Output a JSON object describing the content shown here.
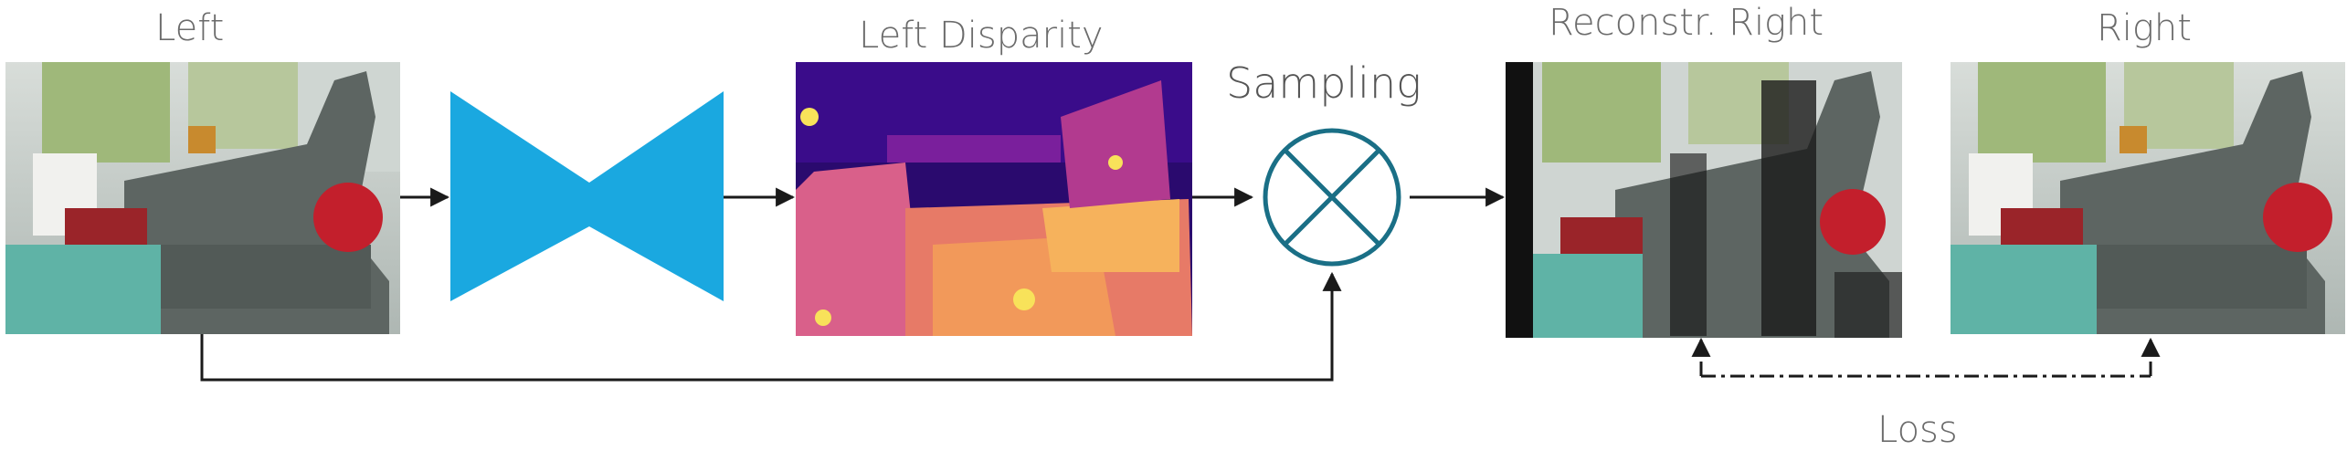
{
  "labels": {
    "left": "Left",
    "left_disparity": "Left Disparity",
    "sampling": "Sampling",
    "reconstr_right": "Reconstr. Right",
    "right": "Right",
    "loss": "Loss"
  },
  "colors": {
    "network": "#1aa8e0",
    "sampler": "#1a6f86",
    "arrow": "#1a1a1a",
    "text": "#6b6b6b"
  },
  "images": {
    "left": "stereo-left-photo-armchair",
    "left_disparity": "disparity-map-magma",
    "reconstr_right": "reconstructed-right-photo",
    "right": "stereo-right-photo-armchair"
  }
}
